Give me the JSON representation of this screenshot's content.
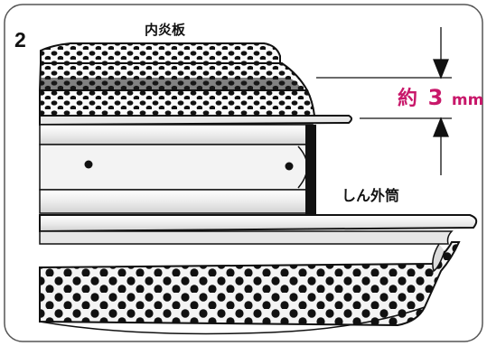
{
  "step_number": "2",
  "labels": {
    "inner_flame_plate": "内炎板",
    "wick_outer_tube": "しん外筒"
  },
  "measurement": {
    "prefix": "約",
    "value": "3",
    "unit": "mm"
  },
  "colors": {
    "measurement_text": "#c8176a",
    "line": "#111111",
    "frame": "#555555",
    "metal_light": "#f1f1f1",
    "metal_mid": "#d9d9d9"
  }
}
